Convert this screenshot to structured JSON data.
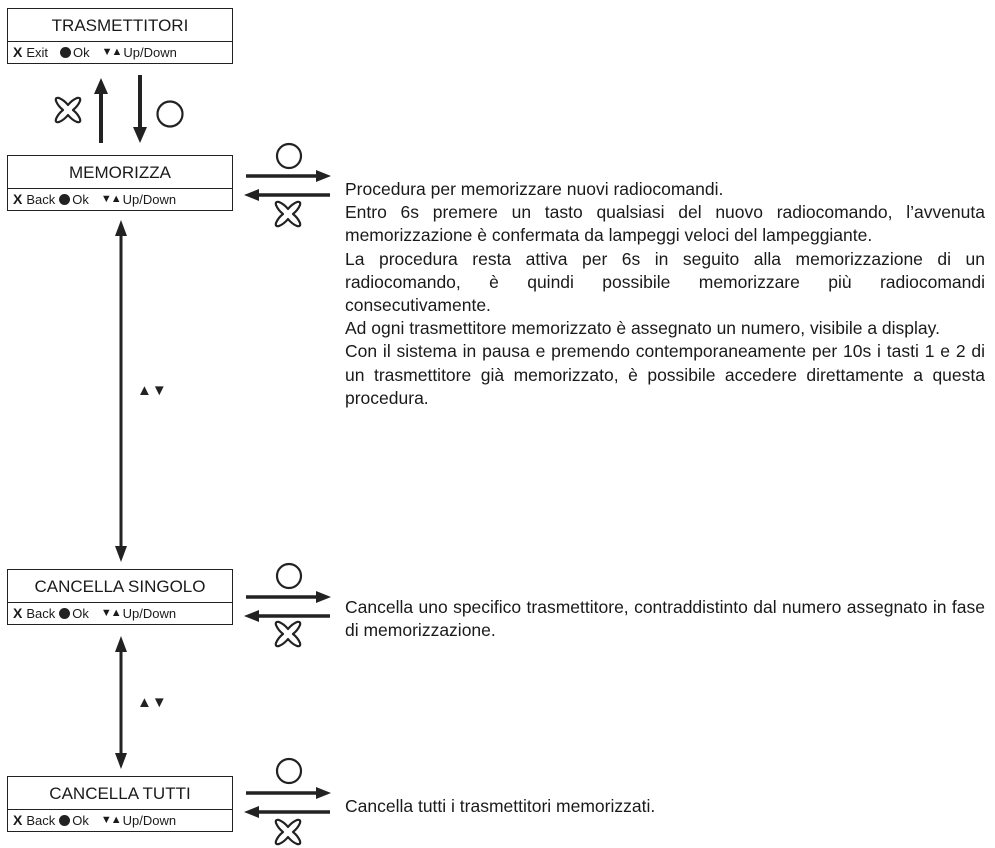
{
  "keys": {
    "x": "X",
    "exit": "Exit",
    "back": "Back",
    "ok": "Ok",
    "updown": "Up/Down",
    "arrows_ud": "▼▲",
    "arrows_nav": "▲▼"
  },
  "menus": [
    {
      "title": "TRASMETTITORI",
      "left_key": "Exit"
    },
    {
      "title": "MEMORIZZA",
      "left_key": "Back"
    },
    {
      "title": "CANCELLA SINGOLO",
      "left_key": "Back"
    },
    {
      "title": "CANCELLA TUTTI",
      "left_key": "Back"
    }
  ],
  "descriptions": {
    "memorizza": [
      "Procedura per memorizzare nuovi radiocomandi.",
      "Entro 6s premere un tasto qualsiasi del nuovo radiocomando, l’avvenuta memorizzazione è confermata da lampeggi veloci del lampeggiante.",
      "La procedura resta attiva per 6s in seguito alla memorizzazione di un radiocomando, è quindi possibile memorizzare più radiocomandi consecutivamente.",
      "Ad ogni trasmettitore memorizzato è assegnato un numero, visibile a display.",
      "Con il sistema in pausa e premendo contemporaneamente per 10s i tasti 1 e 2 di un trasmettitore già memorizzato, è possibile accedere direttamente a questa procedura."
    ],
    "cancella_singolo": "Cancella uno specifico trasmettitore, contraddistinto dal numero assegnato in fase di memorizzazione.",
    "cancella_tutti": "Cancella tutti i trasmettitori memorizzati."
  }
}
